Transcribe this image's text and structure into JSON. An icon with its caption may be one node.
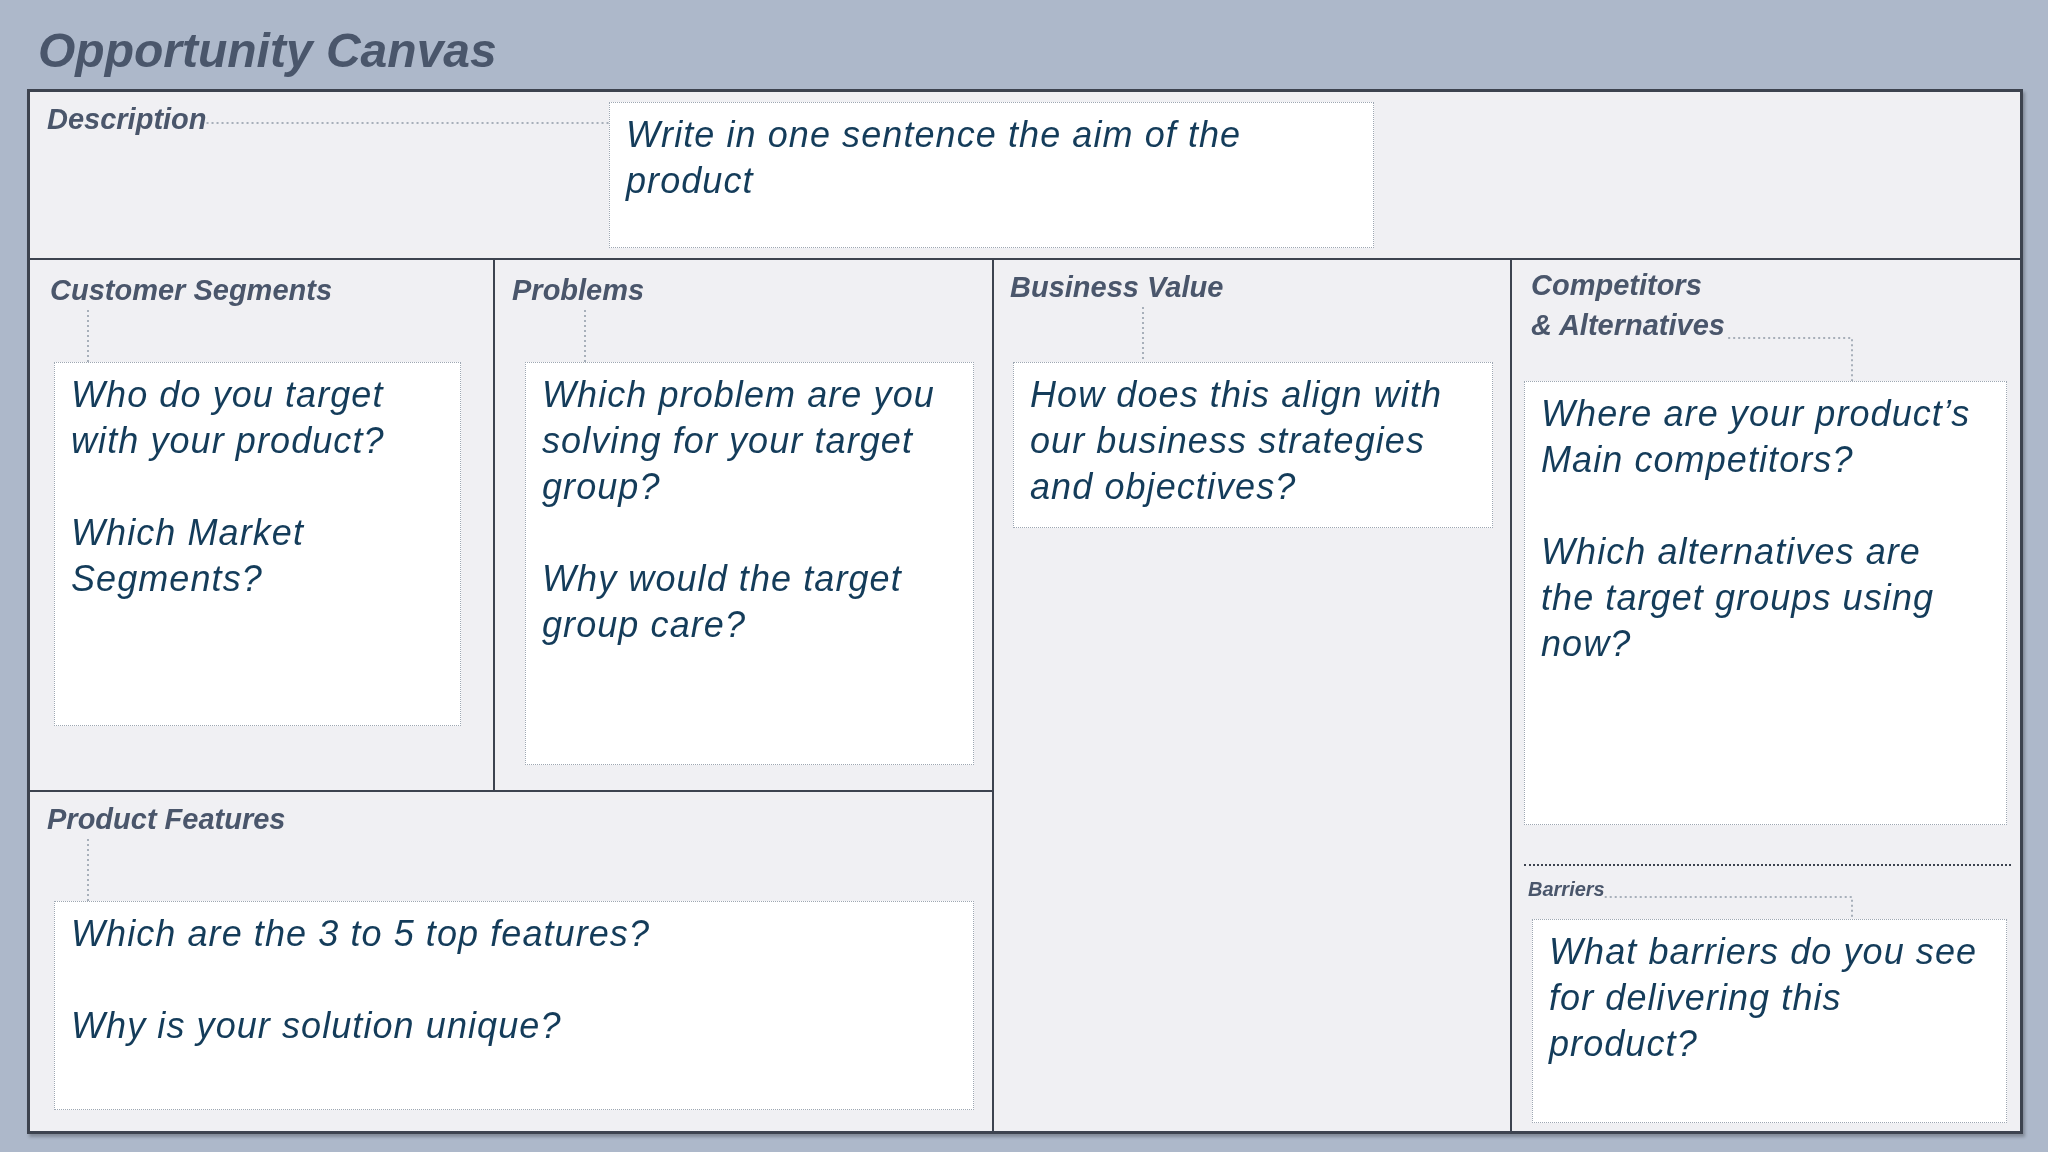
{
  "diagram": {
    "title": "Opportunity Canvas",
    "nodes": [
      {
        "text": [
          "Description"
        ]
      },
      {
        "text": [
          "Write in one sentence the aim of the product"
        ]
      },
      {
        "text": [
          "Customer Segments"
        ]
      },
      {
        "text": [
          "Who do you target with your product?",
          "Which Market Segments?"
        ]
      },
      {
        "text": [
          "Problems"
        ]
      },
      {
        "text": [
          "Which problem are you solving for your target group?",
          "Why would the target group care?"
        ]
      },
      {
        "text": [
          "Business Value"
        ]
      },
      {
        "text": [
          "How does this align with our business strategies and objectives?"
        ]
      },
      {
        "text": [
          "Competitors & Alternatives"
        ]
      },
      {
        "text": [
          "Where are your product’s Main competitors?",
          "Which alternatives are the target groups using now?"
        ]
      },
      {
        "text": [
          "Product Features"
        ]
      },
      {
        "text": [
          "Which are the 3 to 5 top features?",
          "Why is your solution unique?"
        ]
      },
      {
        "text": [
          "Barriers"
        ]
      },
      {
        "text": [
          "What barriers do you see for delivering this product?"
        ]
      }
    ],
    "edges": [
      {
        "from": 0,
        "to": 1,
        "arrow": "none",
        "style": "dashed"
      },
      {
        "from": 2,
        "to": 3,
        "arrow": "none",
        "style": "dashed"
      },
      {
        "from": 4,
        "to": 5,
        "arrow": "none",
        "style": "dashed"
      },
      {
        "from": 6,
        "to": 7,
        "arrow": "none",
        "style": "dashed"
      },
      {
        "from": 8,
        "to": 9,
        "arrow": "none",
        "style": "dashed"
      },
      {
        "from": 10,
        "to": 11,
        "arrow": "none",
        "style": "dashed"
      },
      {
        "from": 12,
        "to": 13,
        "arrow": "none",
        "style": "dashed"
      }
    ]
  }
}
